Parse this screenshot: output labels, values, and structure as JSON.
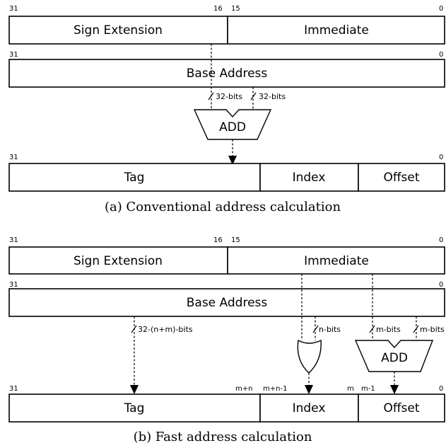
{
  "diagram_a": {
    "caption": "(a) Conventional address calculation",
    "row1": {
      "bits": {
        "b31": "31",
        "b16": "16",
        "b15": "15",
        "b0": "0"
      },
      "sign_extension": "Sign Extension",
      "immediate": "Immediate"
    },
    "row2": {
      "bits": {
        "b31": "31",
        "b0": "0"
      },
      "base_address": "Base Address"
    },
    "wire_label_left": "32-bits",
    "wire_label_right": "32-bits",
    "adder_label": "ADD",
    "row3": {
      "bits": {
        "b31": "31",
        "b0": "0"
      },
      "tag": "Tag",
      "index": "Index",
      "offset": "Offset"
    }
  },
  "diagram_b": {
    "caption": "(b) Fast address calculation",
    "row1": {
      "bits": {
        "b31": "31",
        "b16": "16",
        "b15": "15",
        "b0": "0"
      },
      "sign_extension": "Sign Extension",
      "immediate": "Immediate"
    },
    "row2": {
      "bits": {
        "b31": "31",
        "b0": "0"
      },
      "base_address": "Base Address"
    },
    "wire_label_tag": "32-(n+m)-bits",
    "wire_label_index": "n-bits",
    "wire_label_offset_left": "m-bits",
    "wire_label_offset_right": "m-bits",
    "adder_label": "ADD",
    "row3": {
      "bits": {
        "b31": "31",
        "mn": "m+n",
        "mn1": "m+n-1",
        "m": "m",
        "m1": "m-1",
        "b0": "0"
      },
      "tag": "Tag",
      "index": "Index",
      "offset": "Offset"
    }
  }
}
